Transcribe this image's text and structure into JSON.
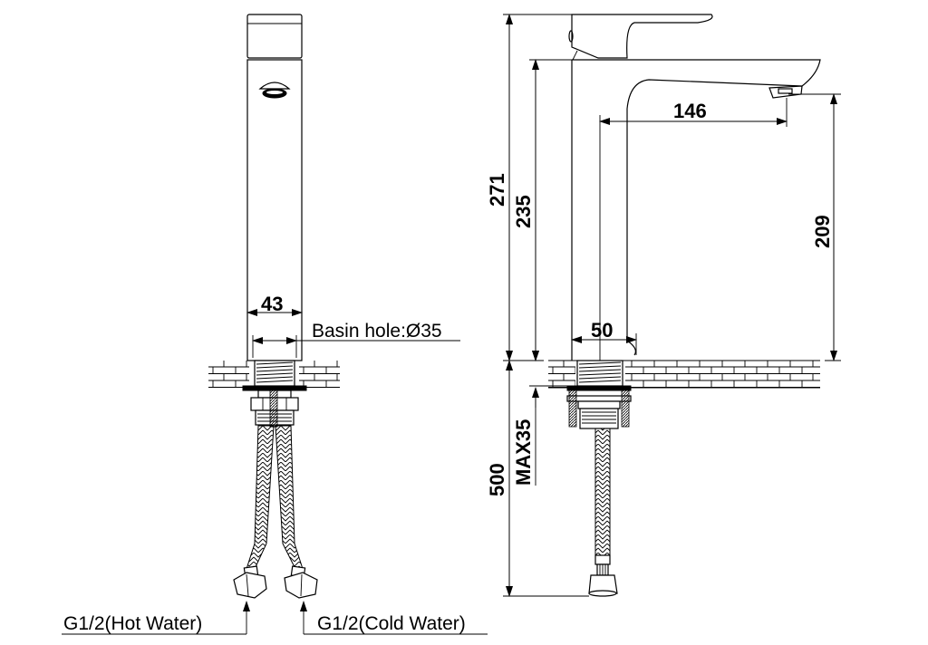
{
  "diagram": {
    "type": "technical-drawing",
    "subject": "Tall basin mixer faucet",
    "views": [
      "front-view",
      "side-view"
    ]
  },
  "front_view": {
    "dimensions": {
      "body_width": "43",
      "basin_hole": "Basin hole:Ø35"
    },
    "inlets": {
      "hot": "G1/2(Hot Water)",
      "cold": "G1/2(Cold Water)"
    }
  },
  "side_view": {
    "dimensions": {
      "total_height": "271",
      "spout_height": "235",
      "spout_reach": "146",
      "outlet_height": "209",
      "base_offset": "50",
      "hose_length": "500",
      "max_deck_thickness": "MAX35"
    }
  },
  "colors": {
    "line": "#000000",
    "background": "#ffffff"
  }
}
